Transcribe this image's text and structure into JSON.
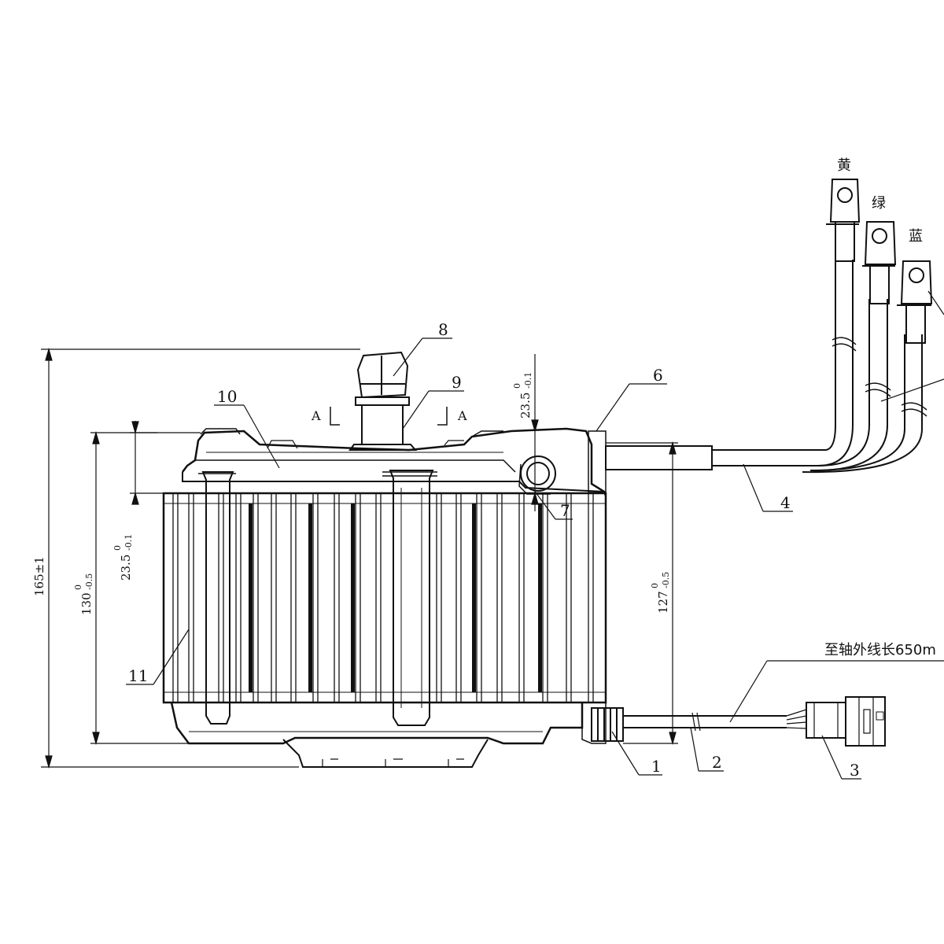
{
  "balloons": {
    "b1": "1",
    "b2": "2",
    "b3": "3",
    "b4": "4",
    "b6": "6",
    "b7": "7",
    "b8": "8",
    "b9": "9",
    "b10": "10",
    "b11": "11"
  },
  "section": {
    "label_left": "A",
    "label_right": "A"
  },
  "dims": {
    "overall_height": "165±1",
    "body_height_main": "130",
    "body_height_upper": "0",
    "body_height_lower": "-0.5",
    "left_offset_main": "23.5",
    "left_offset_upper": "0",
    "left_offset_lower": "-0.1",
    "right_height_main": "127",
    "right_height_upper": "0",
    "right_height_lower": "-0.5",
    "top_offset_main": "23.5",
    "top_offset_upper": "0",
    "top_offset_lower": "-0.1"
  },
  "wires": {
    "color_1": "黄",
    "color_2": "绿",
    "color_3": "蓝"
  },
  "notes": {
    "cable_length": "至轴外线长650m"
  }
}
